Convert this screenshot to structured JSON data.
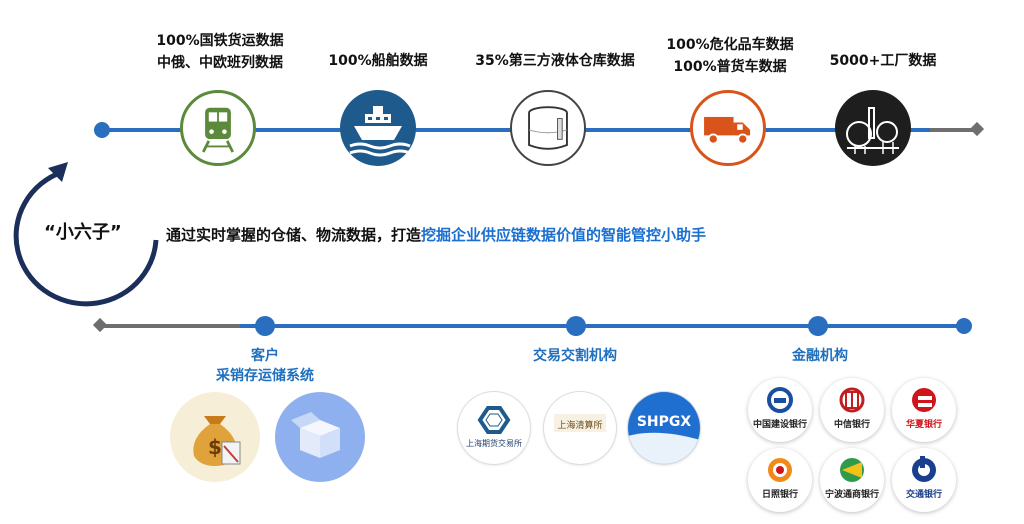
{
  "top_items": [
    {
      "lines": [
        "100%国铁货运数据",
        "中俄、中欧班列数据"
      ],
      "icon": "train-icon",
      "color": "#5a8a3a"
    },
    {
      "lines": [
        "100%船舶数据"
      ],
      "icon": "ship-icon",
      "color": "#1f5a8c"
    },
    {
      "lines": [
        "35%第三方液体仓库数据"
      ],
      "icon": "tank-icon",
      "color": "#888888"
    },
    {
      "lines": [
        "100%危化品车数据",
        "100%普货车数据"
      ],
      "icon": "truck-icon",
      "color": "#d8541a"
    },
    {
      "lines": [
        "5000+工厂数据"
      ],
      "icon": "factory-icon",
      "color": "#1e1e1e"
    }
  ],
  "center": {
    "name": "“小六子”",
    "slogan_prefix": "通过实时掌握的仓储、物流数据，打造",
    "slogan_highlight": "挖掘企业供应链数据价值的智能管控小助手"
  },
  "categories": {
    "customer": {
      "title": "客户",
      "subtitle": "采销存运储系统"
    },
    "exchange": {
      "title": "交易交割机构"
    },
    "finance": {
      "title": "金融机构"
    }
  },
  "exchange_logos": [
    {
      "text": "上海期货交易所"
    },
    {
      "text": "上海清算所"
    },
    {
      "text": "SHPGX"
    }
  ],
  "banks": [
    {
      "name": "中国建设银行",
      "icon": "ccb-icon"
    },
    {
      "name": "中信银行",
      "icon": "citic-icon"
    },
    {
      "name": "华夏银行",
      "icon": "huaxia-icon"
    },
    {
      "name": "日照银行",
      "icon": "rizhao-icon"
    },
    {
      "name": "宁波通商银行",
      "icon": "ningbo-icon"
    },
    {
      "name": "交通银行",
      "icon": "bocom-icon"
    }
  ],
  "colors": {
    "timeline_blue": "#2a6ebf",
    "timeline_gray": "#6e6e6e",
    "highlight": "#1a6fd1",
    "arc": "#1b2f5a"
  }
}
